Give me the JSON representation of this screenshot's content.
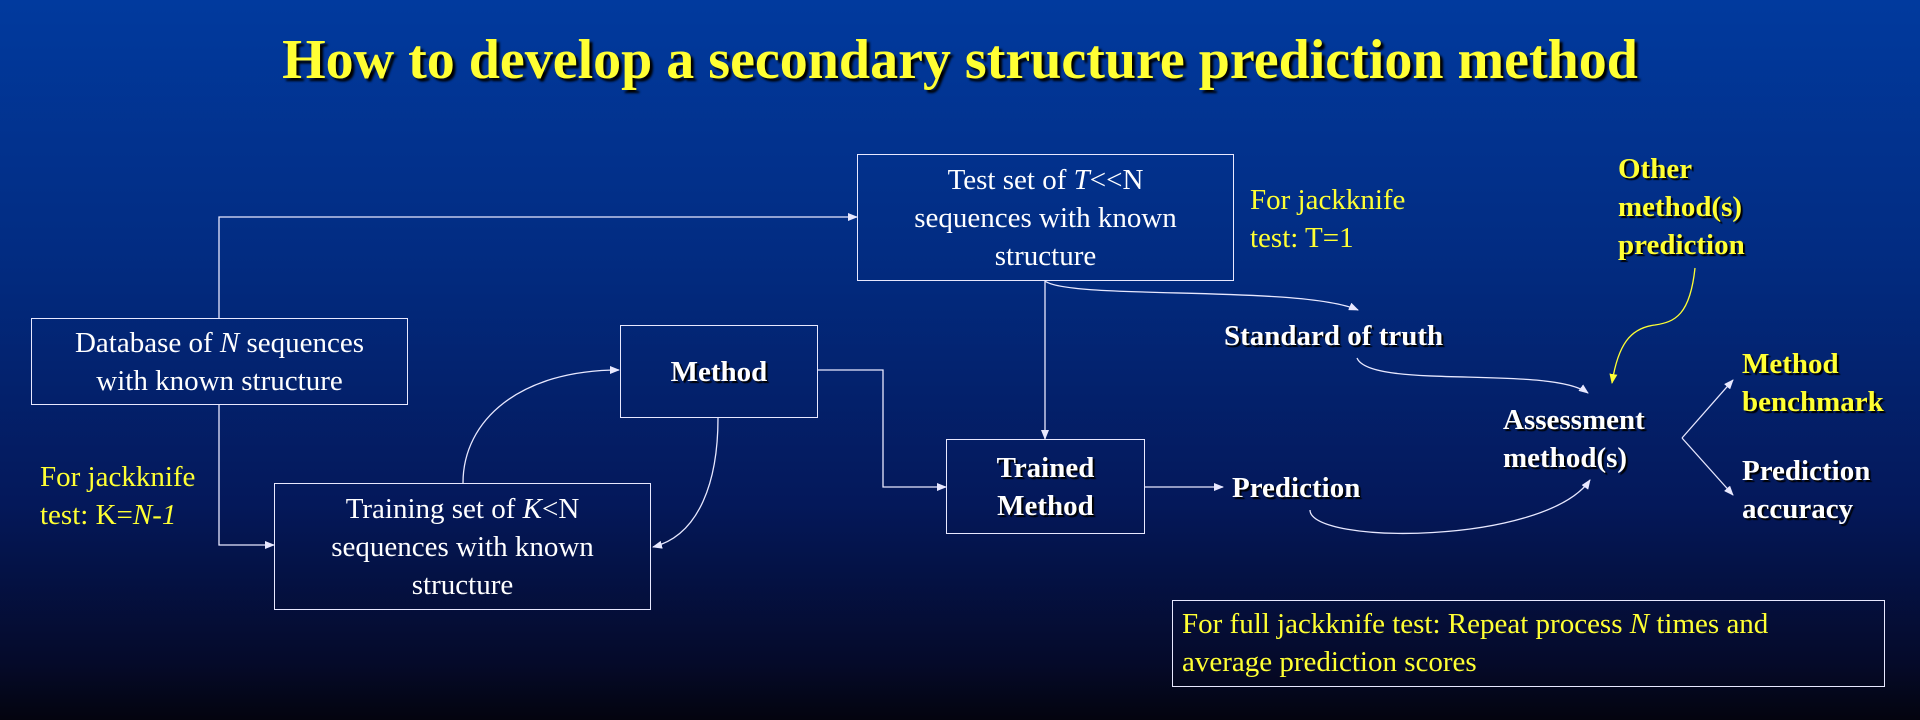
{
  "title": "How to develop a secondary structure prediction method",
  "boxes": {
    "database": {
      "prefix": "Database of ",
      "var": "N",
      "suffix": " sequences",
      "line2": "with known structure"
    },
    "test_set": {
      "prefix": "Test set of ",
      "var": "T",
      "suffix": "<<N",
      "line2": "sequences  with known",
      "line3": "structure"
    },
    "training_set": {
      "prefix": "Training set of ",
      "var": "K",
      "suffix": "<N",
      "line2": "sequences  with known",
      "line3": "structure"
    },
    "method": {
      "label": "Method"
    },
    "trained_method": {
      "line1": "Trained",
      "line2": "Method"
    }
  },
  "labels": {
    "jackknife_test_line1": "For jackknife",
    "jackknife_test_line2": "test: T=1",
    "jackknife_train_line1": "For jackknife",
    "jackknife_train_prefix": "test: K=",
    "jackknife_train_var": "N-1",
    "other_methods": [
      "Other",
      "method(s)",
      "prediction"
    ],
    "standard_of_truth": "Standard of truth",
    "prediction": "Prediction",
    "assessment": [
      "Assessment",
      "method(s)"
    ],
    "method_benchmark": [
      "Method",
      "benchmark"
    ],
    "prediction_accuracy": [
      "Prediction",
      "accuracy"
    ]
  },
  "note": {
    "prefix": "For full jackknife test: Repeat process ",
    "var": "N",
    "suffix": " times and",
    "line2": "average prediction scores"
  },
  "colors": {
    "title": "#ffff33",
    "accent_yellow": "#ffff33",
    "text": "#ffffff",
    "lines": "#e8e8ff"
  }
}
